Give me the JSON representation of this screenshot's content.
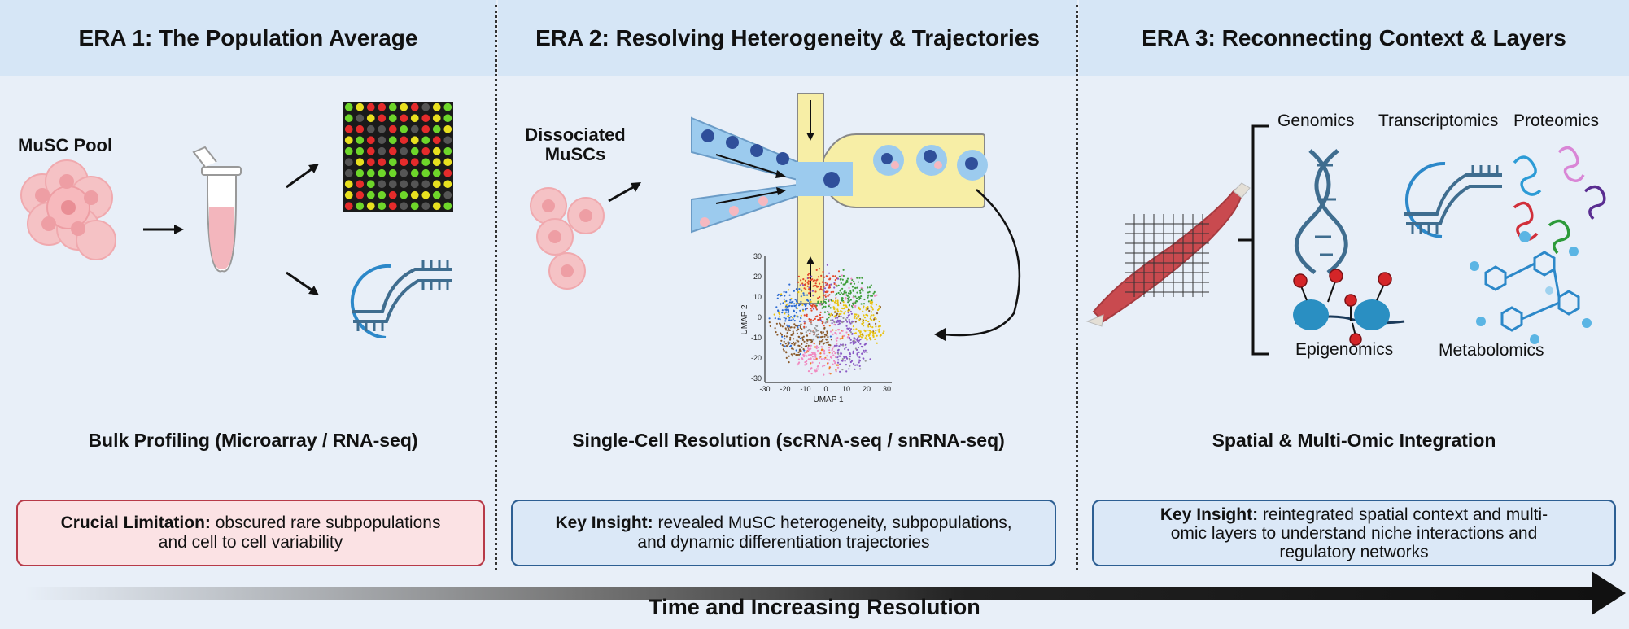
{
  "eras": [
    {
      "title": "ERA 1: The Population Average",
      "sample_label": "MuSC Pool",
      "caption": "Bulk Profiling (Microarray / RNA-seq)",
      "box_bold": "Crucial Limitation:",
      "box_line1": " obscured rare subpopulations",
      "box_line2": "and cell to cell variability"
    },
    {
      "title": "ERA 2: Resolving Heterogeneity & Trajectories",
      "sample_line1": "Dissociated",
      "sample_line2": "MuSCs",
      "caption": "Single-Cell Resolution (scRNA-seq / snRNA-seq)",
      "box_bold": "Key Insight:",
      "box_line1": " revealed MuSC heterogeneity, subpopulations,",
      "box_line2": "and dynamic differentiation trajectories",
      "umap": {
        "xlabel": "UMAP 1",
        "ylabel": "UMAP 2",
        "xticks": [
          "-30",
          "-20",
          "-10",
          "0",
          "10",
          "20",
          "30"
        ],
        "yticks": [
          "30",
          "20",
          "10",
          "0",
          "-10",
          "-20",
          "-30"
        ]
      }
    },
    {
      "title": "ERA 3: Reconnecting Context & Layers",
      "omics": [
        "Genomics",
        "Transcriptomics",
        "Proteomics",
        "Epigenomics",
        "Metabolomics"
      ],
      "caption": "Spatial & Multi-Omic Integration",
      "box_bold": "Key Insight:",
      "box_line1": " reintegrated spatial context and multi-",
      "box_line2": "omic layers to understand niche interactions and",
      "box_line3": "regulatory networks"
    }
  ],
  "timeline_label": "Time and Increasing Resolution",
  "colors": {
    "header_bg": "#d6e6f6",
    "panel_bg": "#e8eff8",
    "limitation_border": "#b73a48",
    "insight_border": "#2d5f93",
    "cell_pink": "#f2a6ab",
    "droplet_blue": "#2f4f9a",
    "channel_blue": "#9ccbee",
    "channel_yellow": "#f7eea6"
  },
  "icons": [
    "arrow-icon",
    "tube-icon",
    "microarray-icon",
    "rna-icon",
    "microfluidic-icon",
    "dna-icon",
    "protein-icon",
    "nucleosome-icon",
    "molecule-icon",
    "muscle-icon"
  ]
}
